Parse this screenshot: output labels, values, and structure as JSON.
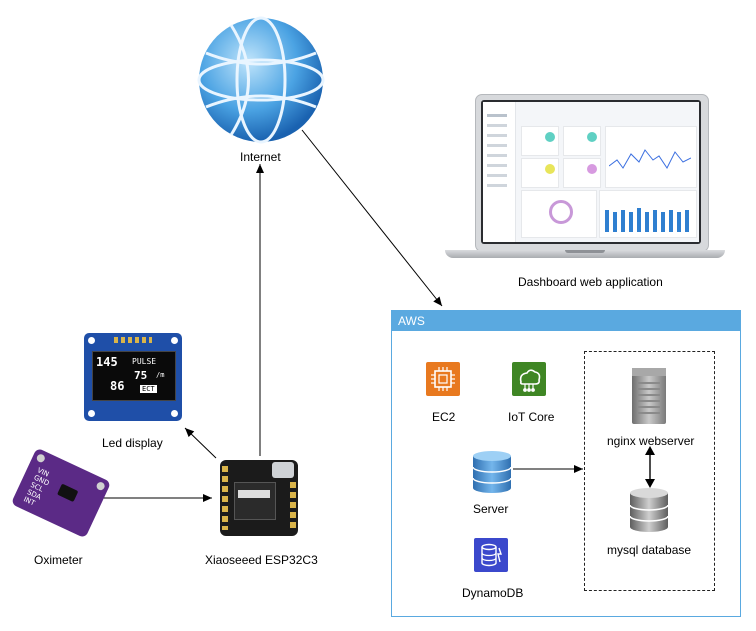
{
  "nodes": {
    "internet": "Internet",
    "dashboard": "Dashboard web application",
    "led_display": "Led display",
    "oximeter": "Oximeter",
    "esp": "Xiaoseeed ESP32C3",
    "aws": "AWS",
    "ec2": "EC2",
    "iot_core": "IoT Core",
    "server": "Server",
    "dynamodb": "DynamoDB",
    "nginx": "nginx webserver",
    "mysql": "mysql database"
  },
  "oled": {
    "r1a": "145",
    "r1b": "PULSE",
    "r2a": "75",
    "r2b": "/m",
    "r3a": "86",
    "r3b": "ECT"
  },
  "sensor_pins": [
    "VIN",
    "GND",
    "SCL",
    "SDA",
    "INT"
  ],
  "colors": {
    "aws_header": "#5aa9e0",
    "ec2": "#e8791f",
    "iot_core": "#3f8624",
    "dynamodb": "#3b48cc",
    "server_db": "#3f86c8",
    "oled_pcb": "#1f4fa8",
    "sensor_pcb": "#5b2a86"
  }
}
